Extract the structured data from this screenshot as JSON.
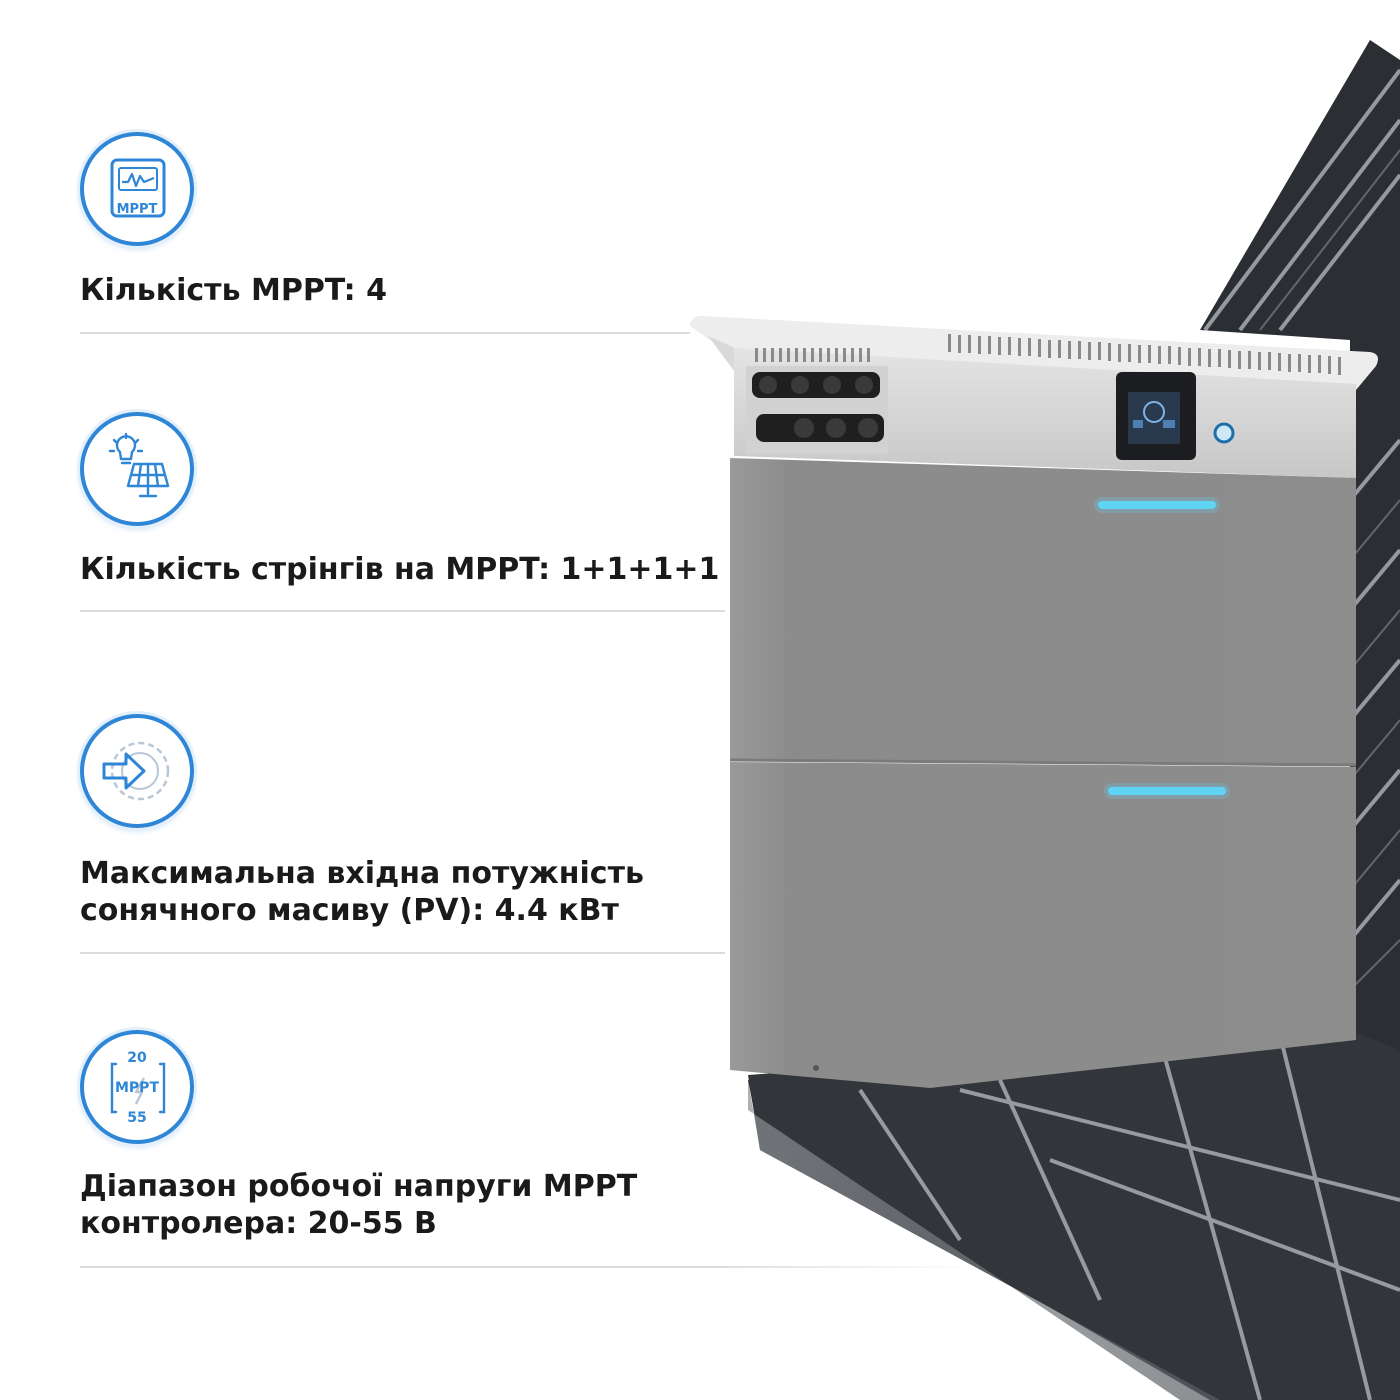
{
  "specs": [
    {
      "icon": "mppt-chart-icon",
      "icon_label": "MPPT",
      "text_lines": [
        "Кількість MPPT: 4"
      ]
    },
    {
      "icon": "bulb-solar-panel-icon",
      "text_lines": [
        "Кількість стрінгів на MPPT: 1+1+1+1"
      ]
    },
    {
      "icon": "arrow-gear-icon",
      "text_lines": [
        "Максимальна вхідна потужність",
        "сонячного масиву (PV): 4.4 кВт"
      ]
    },
    {
      "icon": "voltage-range-icon",
      "icon_label": "MPPT",
      "icon_min": "20",
      "icon_max": "55",
      "text_lines": [
        "Діапазон робочої напруги MPPT",
        "контролера: 20-55 В"
      ]
    }
  ],
  "colors": {
    "accent": "#2f86d6",
    "text": "#1a1a1a",
    "divider": "#dadde0",
    "led": "#5fd4f5",
    "battery_body": "#8e8e8e",
    "inverter_top": "#c8c8c8",
    "solar_panel": "#2b2e33"
  }
}
